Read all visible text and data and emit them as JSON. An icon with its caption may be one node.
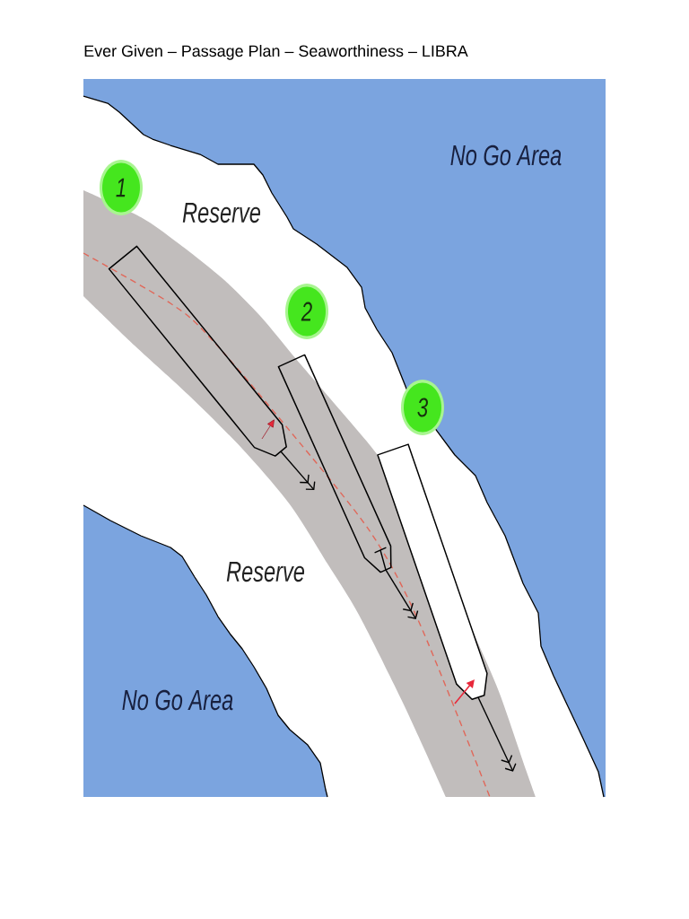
{
  "diagram": {
    "title": "Ever Given – Passage Plan – Seaworthiness – LIBRA",
    "nodes": [
      {
        "text": [
          "1"
        ]
      },
      {
        "text": [],
        "shape": "ship"
      },
      {
        "text": [
          "2"
        ]
      },
      {
        "text": [],
        "shape": "ship"
      },
      {
        "text": [
          "3"
        ]
      },
      {
        "text": [],
        "shape": "ship"
      }
    ],
    "edges": [
      {
        "from": 1,
        "to": null,
        "arrow": "to"
      },
      {
        "from": 3,
        "to": null,
        "arrow": "to"
      },
      {
        "from": 5,
        "to": null,
        "arrow": "to"
      }
    ],
    "labels": [
      "No Go Area",
      "Reserve",
      "Reserve",
      "No Go Area"
    ]
  }
}
